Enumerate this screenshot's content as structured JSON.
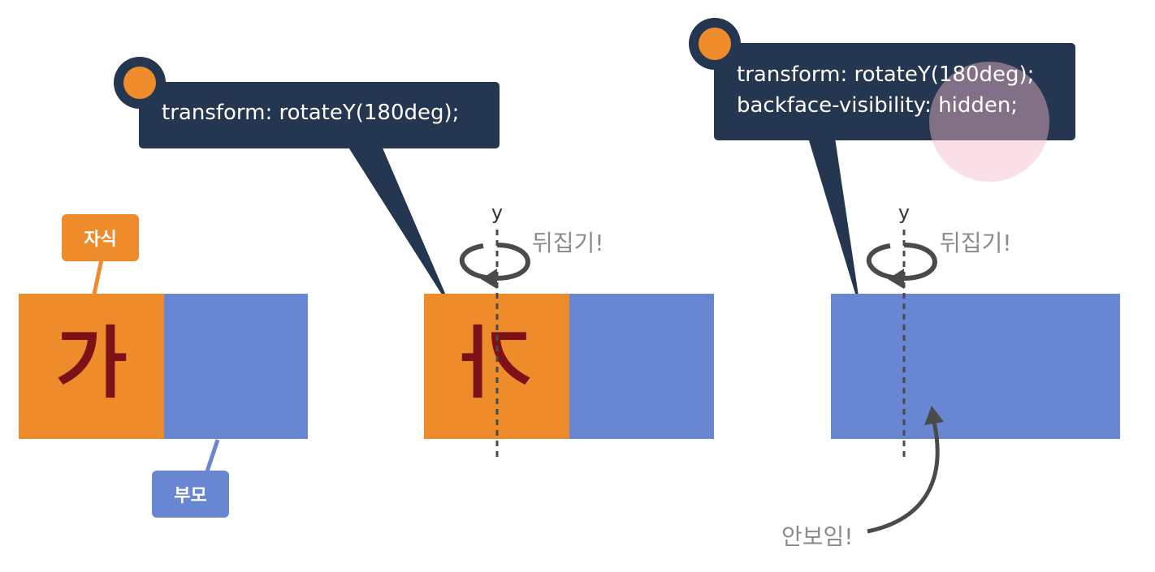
{
  "colors": {
    "child": "#ee8c2c",
    "parent": "#6886d1",
    "glyph": "#7c1117",
    "callout": "#253650",
    "marker": "#ee8c2c",
    "axis": "#4a4a4a",
    "note": "#8a8a8a"
  },
  "labels": {
    "child": "자식",
    "parent": "부모"
  },
  "panels": [
    {
      "glyph": "가"
    },
    {
      "glyph": "가",
      "callout_lines": [
        "transform: rotateY(180deg);"
      ],
      "axis_label": "y",
      "note": "뒤집기!"
    },
    {
      "callout_lines": [
        "transform: rotateY(180deg);",
        "backface-visibility: hidden;"
      ],
      "axis_label": "y",
      "note": "뒤집기!",
      "hidden_note": "안보임!"
    }
  ]
}
